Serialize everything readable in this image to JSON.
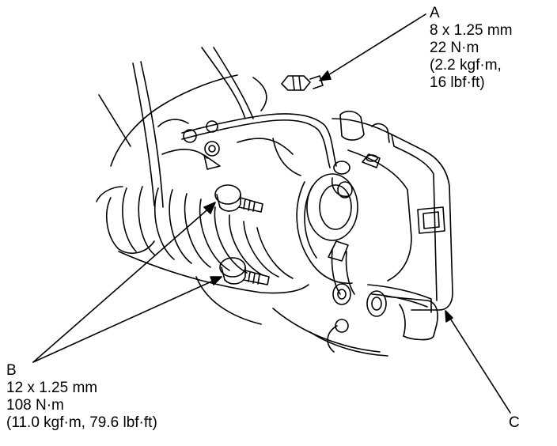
{
  "callouts": {
    "a": {
      "letter": "A",
      "size": "8 x 1.25 mm",
      "torque_nm": "22 N·m",
      "torque_kgf": "(2.2 kgf·m,",
      "torque_lbf": "16 lbf·ft)"
    },
    "b": {
      "letter": "B",
      "size": "12 x 1.25 mm",
      "torque_nm": "108 N·m",
      "torque_alt": "(11.0 kgf·m, 79.6 lbf·ft)"
    },
    "c": {
      "letter": "C"
    }
  },
  "colors": {
    "ink": "#000000",
    "paper": "#ffffff"
  }
}
